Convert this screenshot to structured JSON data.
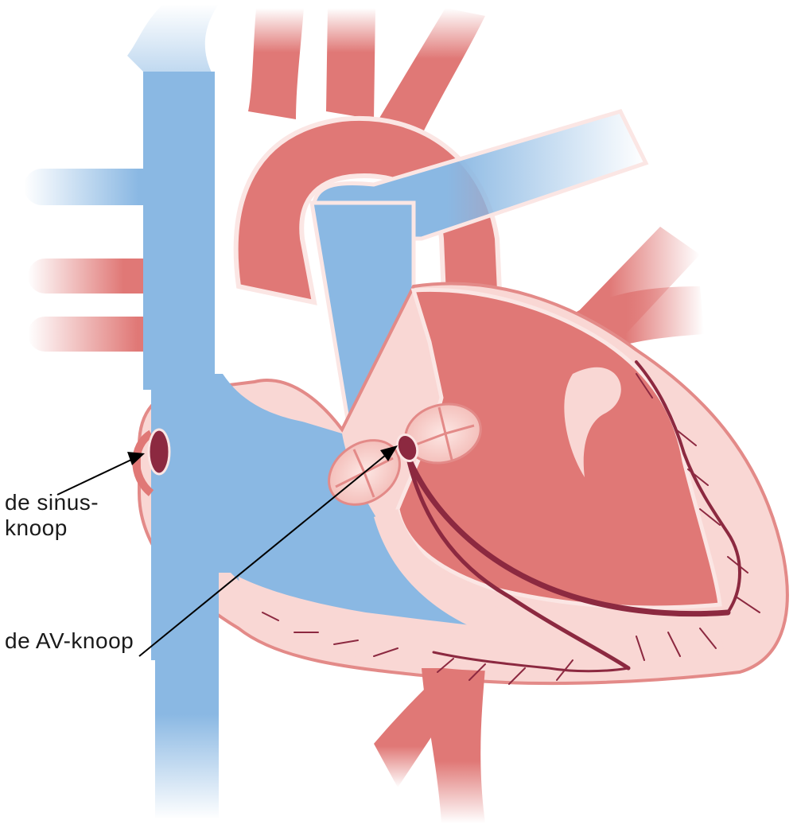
{
  "labels": {
    "sinus_node": {
      "line1": "de sinus-",
      "line2": "knoop"
    },
    "av_node": {
      "text": "de AV-knoop"
    }
  },
  "colors": {
    "venous_blue": "#8ab8e3",
    "arterial_red": "#e07876",
    "tissue_pink": "#f9d7d4",
    "conduction_maroon": "#8c2940",
    "outline_light": "#fbe6e4",
    "label_text": "#1a1a1a",
    "pointer_line": "#000000"
  }
}
